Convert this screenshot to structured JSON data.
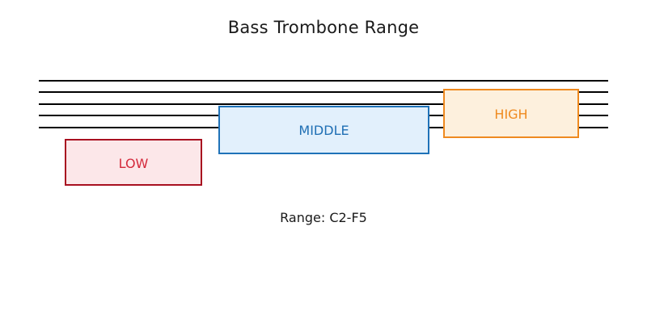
{
  "figure": {
    "title": "Bass Trombone Range",
    "caption": "Range: C2-F5",
    "background_color": "#ffffff"
  },
  "staff": {
    "line_count": 5,
    "line_color": "#000000",
    "left_x": 48,
    "right_x": 752,
    "line_y": [
      99,
      113,
      128,
      142,
      157
    ]
  },
  "chart_data": {
    "type": "bar",
    "title": "Bass Trombone Range",
    "xlabel": "",
    "ylabel": "",
    "annotations": [
      "Range: C2-F5"
    ],
    "legend_position": "none",
    "grid": false,
    "categories": [
      "LOW",
      "MIDDLE",
      "HIGH"
    ],
    "series": [
      {
        "name": "register-boxes",
        "values": [
          {
            "label": "LOW",
            "x0": 80,
            "x1": 250,
            "y_top": 172,
            "y_bottom": 230,
            "border_color": "#a81020",
            "fill_color": "#fce7e9",
            "text_color": "#d42a3c"
          },
          {
            "label": "MIDDLE",
            "x0": 270,
            "x1": 531,
            "y_top": 131,
            "y_bottom": 191,
            "border_color": "#1f72b8",
            "fill_color": "#e2f0fc",
            "text_color": "#1f6fb4"
          },
          {
            "label": "HIGH",
            "x0": 548,
            "x1": 716,
            "y_top": 110,
            "y_bottom": 171,
            "border_color": "#ef8a1f",
            "fill_color": "#fdf0dd",
            "text_color": "#ef8a1f"
          }
        ]
      }
    ]
  },
  "boxes": {
    "low": {
      "label": "LOW"
    },
    "middle": {
      "label": "MIDDLE"
    },
    "high": {
      "label": "HIGH"
    }
  }
}
